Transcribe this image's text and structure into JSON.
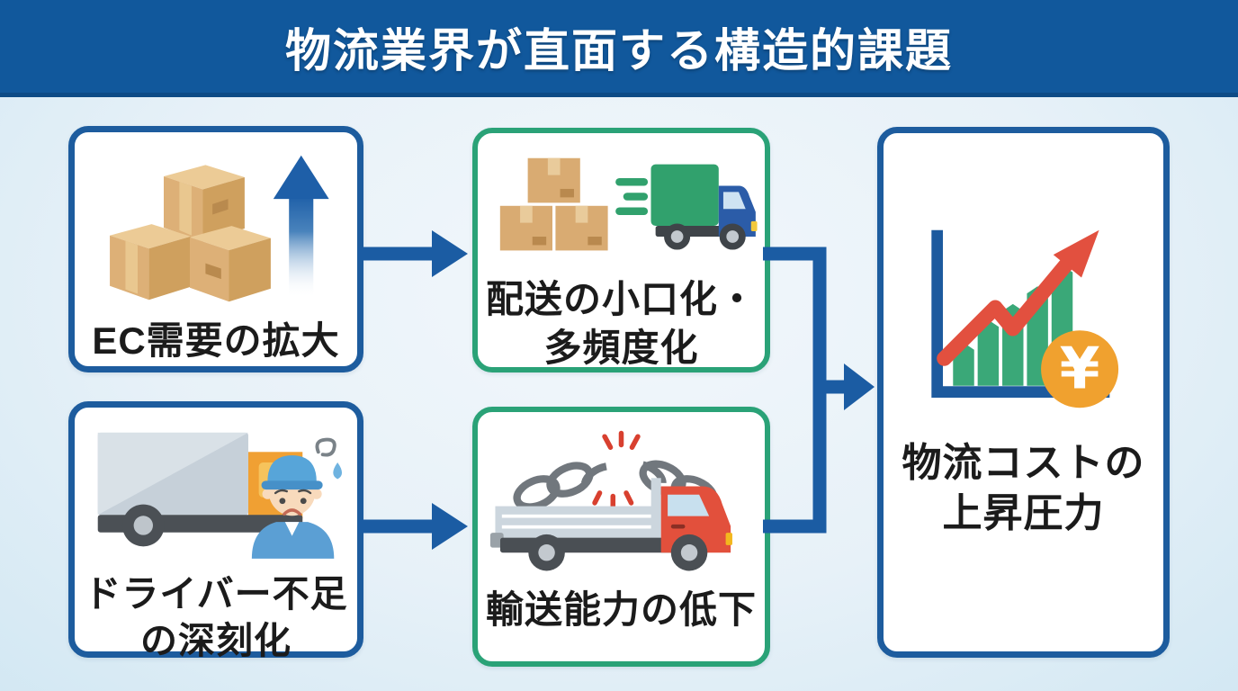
{
  "header": {
    "title": "物流業界が直面する構造的課題"
  },
  "cards": {
    "ec": {
      "lines": [
        "EC需要の拡大"
      ],
      "icon": "stacked-boxes-rise-icon"
    },
    "driver": {
      "lines": [
        "ドライバー不足",
        "の深刻化"
      ],
      "icon": "tired-driver-truck-icon"
    },
    "parcel": {
      "lines": [
        "配送の小口化・",
        "多頻度化"
      ],
      "icon": "parcels-speeding-truck-icon"
    },
    "capacity": {
      "lines": [
        "輸送能力の低下"
      ],
      "icon": "broken-chain-truck-icon"
    },
    "cost": {
      "lines": [
        "物流コストの",
        "上昇圧力"
      ],
      "icon": "rising-cost-chart-icon",
      "yen": "¥"
    }
  },
  "flow": {
    "arrows": [
      {
        "name": "ec-to-parcel",
        "direction": "right"
      },
      {
        "name": "driver-to-capacity",
        "direction": "right"
      },
      {
        "name": "merge-to-cost",
        "direction": "right"
      }
    ]
  },
  "colors": {
    "header_bg": "#11589c",
    "page_bg": "#e7f1f8",
    "blue_border": "#1d5c9e",
    "green_border": "#2aa277",
    "arrow_blue": "#1b5ca3",
    "text": "#1b1b1b",
    "cardboard": "#ddb077",
    "truck_green": "#31a16d",
    "truck_red": "#e2503c",
    "cab_orange": "#f0a033",
    "chart_green": "#3aa878",
    "chart_red": "#e2503f",
    "coin_orange": "#f0a12f"
  }
}
